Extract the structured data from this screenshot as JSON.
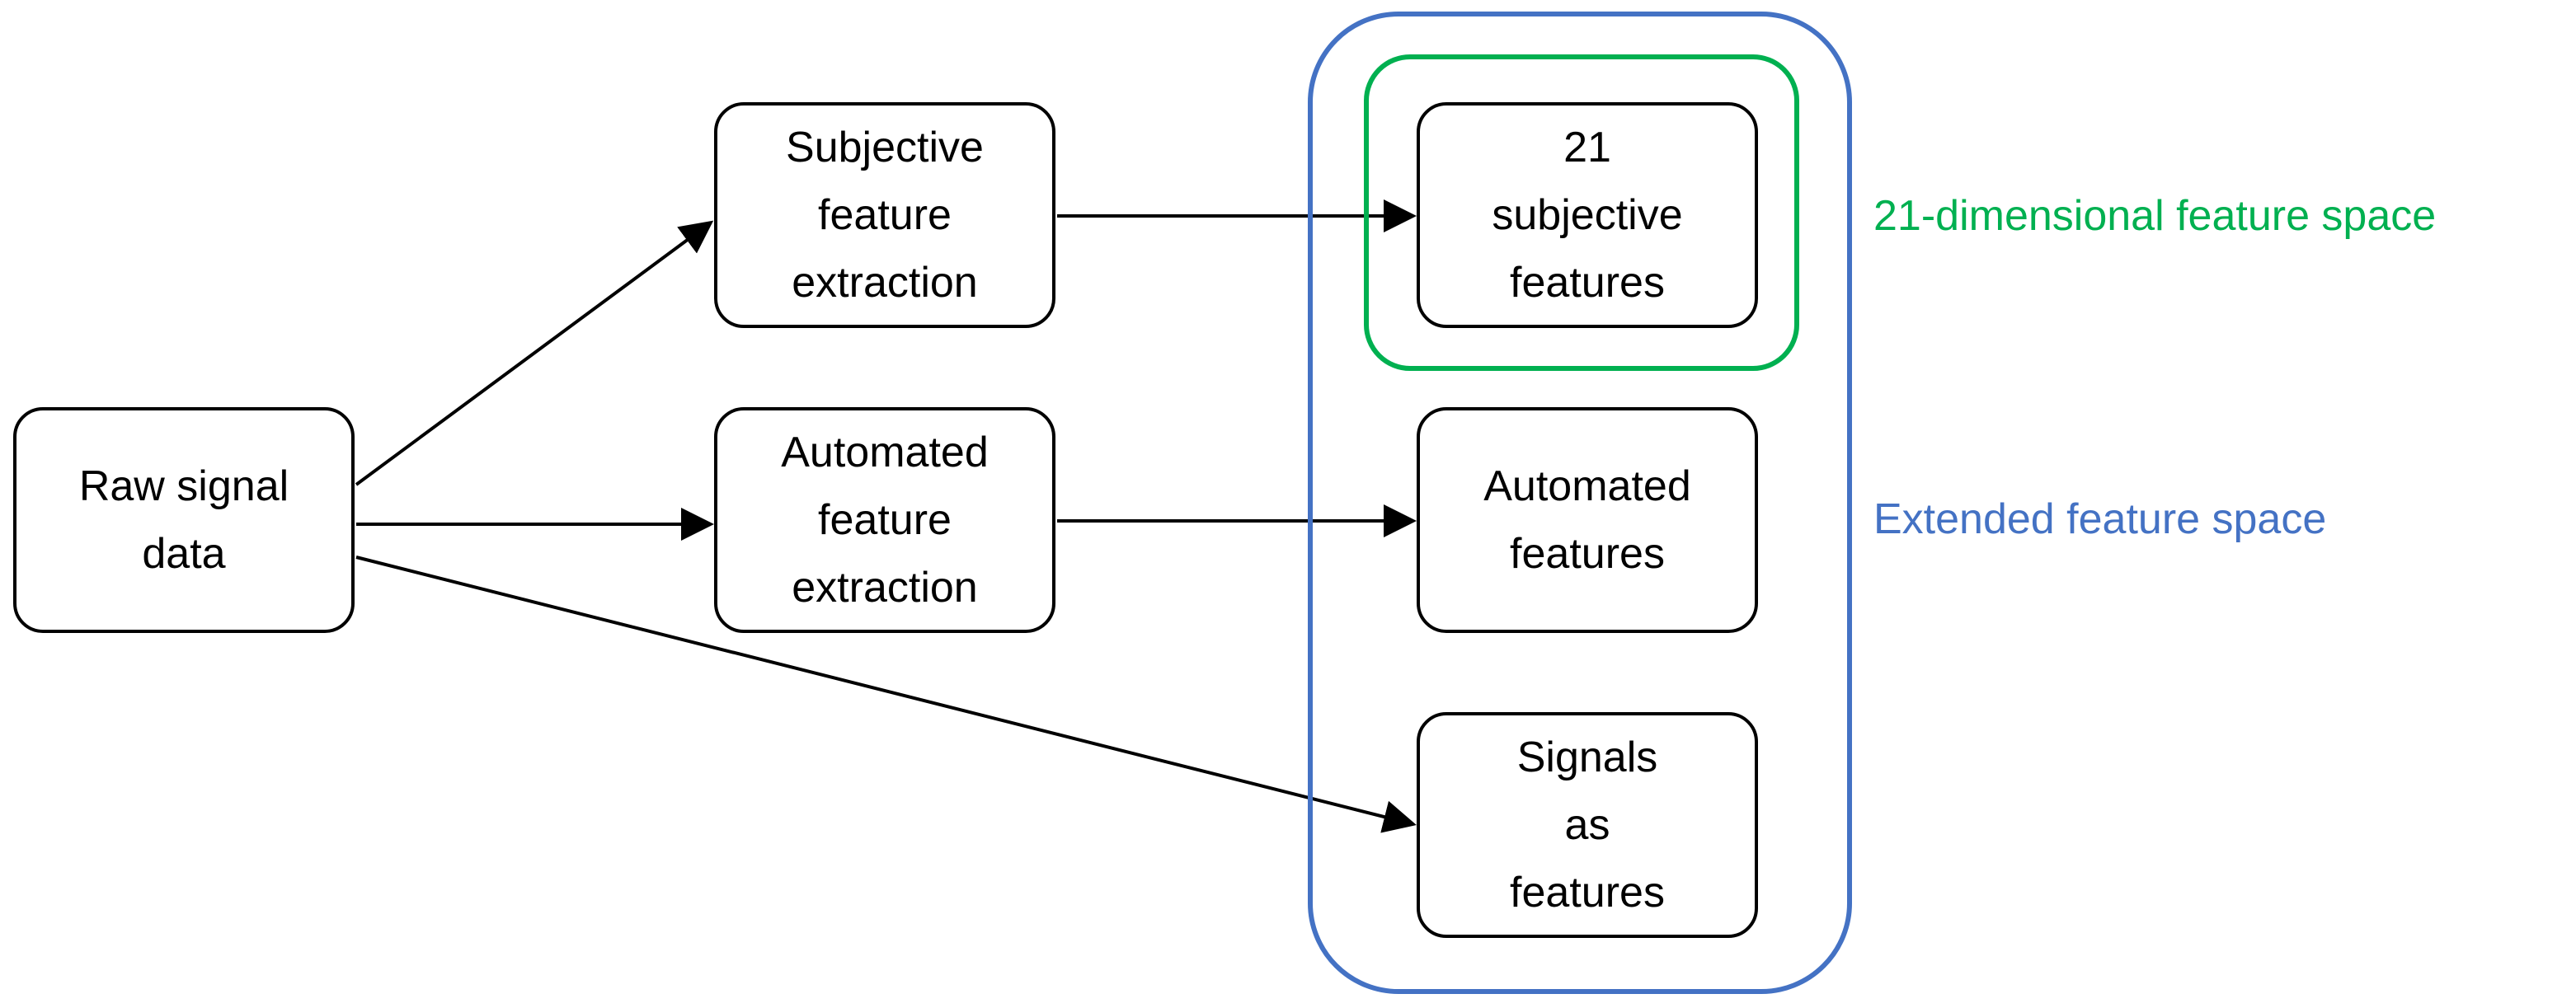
{
  "nodes": {
    "raw": {
      "lines": [
        "Raw signal",
        "data"
      ]
    },
    "subjective_extraction": {
      "lines": [
        "Subjective",
        "feature",
        "extraction"
      ]
    },
    "automated_extraction": {
      "lines": [
        "Automated",
        "feature",
        "extraction"
      ]
    },
    "subjective_features": {
      "lines": [
        "21",
        "subjective",
        "features"
      ]
    },
    "automated_features": {
      "lines": [
        "Automated",
        "features"
      ]
    },
    "signals_features": {
      "lines": [
        "Signals",
        "as",
        "features"
      ]
    }
  },
  "groups": {
    "extended": {
      "label": "Extended feature space",
      "color": "#4472C4"
    },
    "dimensional": {
      "label": "21-dimensional feature space",
      "color": "#00B050"
    }
  },
  "colors": {
    "stroke": "#000000",
    "text": "#000000",
    "background": "#ffffff"
  }
}
